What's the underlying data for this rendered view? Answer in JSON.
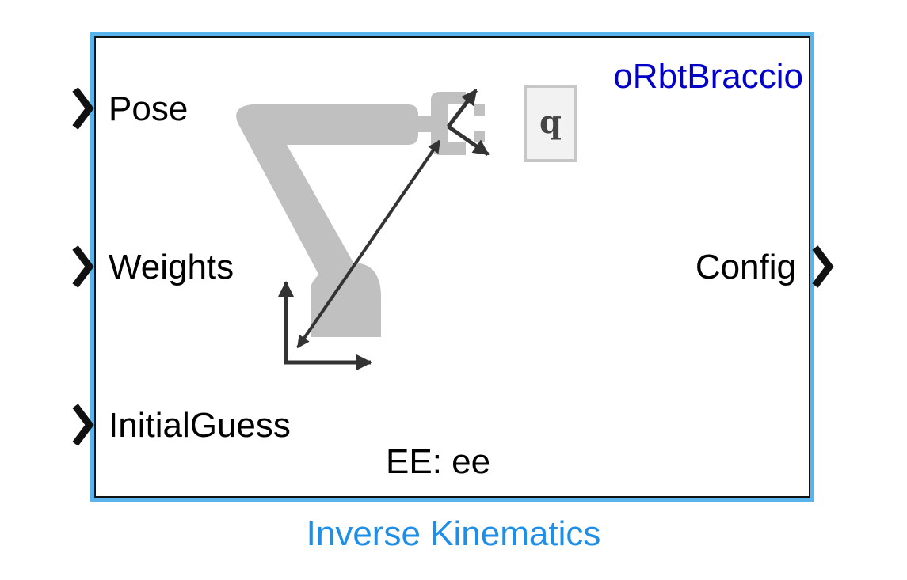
{
  "block": {
    "model_name": "oRbtBraccio",
    "end_effector": "EE: ee",
    "caption": "Inverse Kinematics",
    "inputs": [
      {
        "label": "Pose"
      },
      {
        "label": "Weights"
      },
      {
        "label": "InitialGuess"
      }
    ],
    "outputs": [
      {
        "label": "Config"
      }
    ],
    "icon": {
      "name": "robot-arm-icon",
      "config_symbol": "q"
    }
  },
  "colors": {
    "selection_border": "#59b4ec",
    "model_name": "#0000c8",
    "caption": "#1e8fe8",
    "robot_arm": "#c0c0c0",
    "frame_arrows": "#333333"
  }
}
